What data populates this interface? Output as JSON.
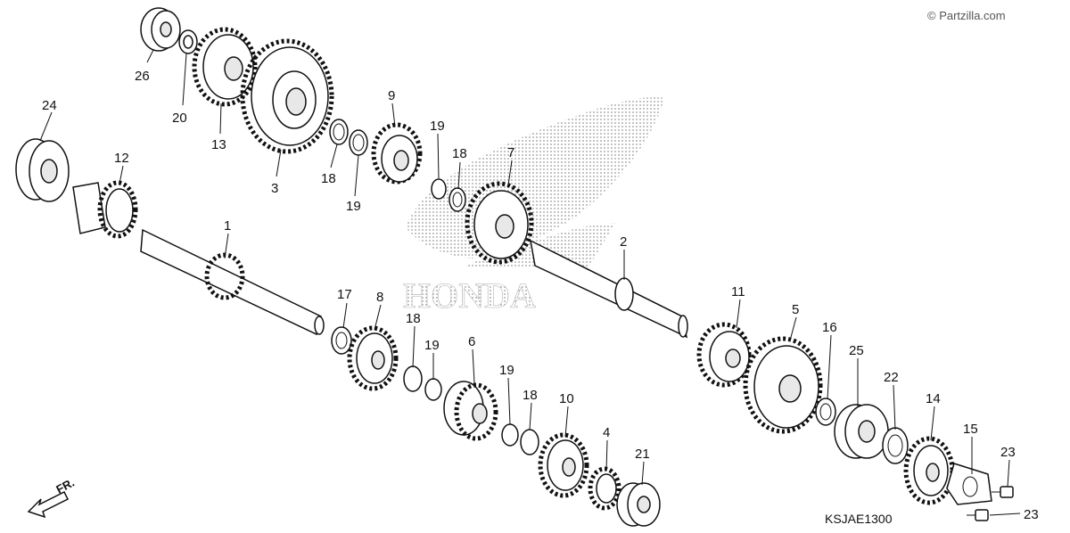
{
  "watermark": "© Partzilla.com",
  "brand_logo_text": "HONDA",
  "diagram_code": "KSJAE1300",
  "front_indicator": "FR.",
  "callouts": [
    {
      "id": "c26",
      "text": "26"
    },
    {
      "id": "c20",
      "text": "20"
    },
    {
      "id": "c13",
      "text": "13"
    },
    {
      "id": "c3",
      "text": "3"
    },
    {
      "id": "c18a",
      "text": "18"
    },
    {
      "id": "c19a",
      "text": "19"
    },
    {
      "id": "c9",
      "text": "9"
    },
    {
      "id": "c19b",
      "text": "19"
    },
    {
      "id": "c18b",
      "text": "18"
    },
    {
      "id": "c7",
      "text": "7"
    },
    {
      "id": "c24",
      "text": "24"
    },
    {
      "id": "c12",
      "text": "12"
    },
    {
      "id": "c1",
      "text": "1"
    },
    {
      "id": "c2",
      "text": "2"
    },
    {
      "id": "c17",
      "text": "17"
    },
    {
      "id": "c8",
      "text": "8"
    },
    {
      "id": "c18c",
      "text": "18"
    },
    {
      "id": "c19c",
      "text": "19"
    },
    {
      "id": "c6",
      "text": "6"
    },
    {
      "id": "c19d",
      "text": "19"
    },
    {
      "id": "c18d",
      "text": "18"
    },
    {
      "id": "c10",
      "text": "10"
    },
    {
      "id": "c4",
      "text": "4"
    },
    {
      "id": "c21",
      "text": "21"
    },
    {
      "id": "c11",
      "text": "11"
    },
    {
      "id": "c5",
      "text": "5"
    },
    {
      "id": "c16",
      "text": "16"
    },
    {
      "id": "c25",
      "text": "25"
    },
    {
      "id": "c22",
      "text": "22"
    },
    {
      "id": "c14",
      "text": "14"
    },
    {
      "id": "c15",
      "text": "15"
    },
    {
      "id": "c23a",
      "text": "23"
    },
    {
      "id": "c23b",
      "text": "23"
    }
  ]
}
